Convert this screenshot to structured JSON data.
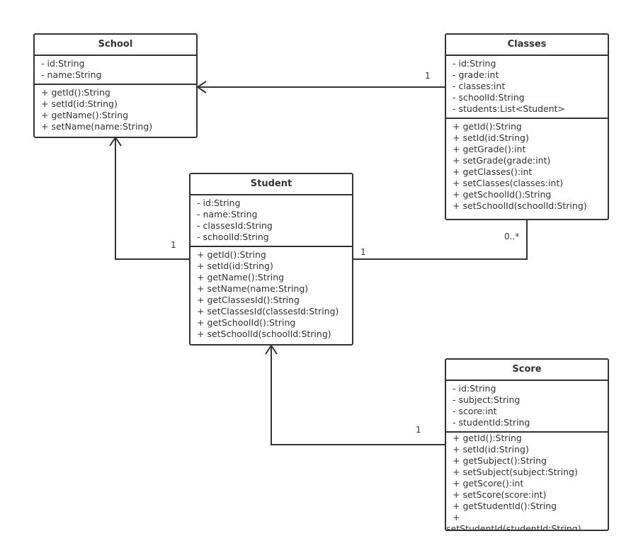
{
  "classes": {
    "school": {
      "name": "School",
      "attributes": [
        "- id:String",
        "- name:String"
      ],
      "operations": [
        "+ getId():String",
        "+ setId(id:String)",
        "+ getName():String",
        "+ setName(name:String)"
      ]
    },
    "classes": {
      "name": "Classes",
      "attributes": [
        "- id:String",
        "- grade:int",
        "- classes:int",
        "- schoolId:String",
        "- students:List<Student>"
      ],
      "operations": [
        "+ getId():String",
        "+ setId(id:String)",
        "+ getGrade():int",
        "+ setGrade(grade:int)",
        "+ getClasses():int",
        "+ setClasses(classes:int)",
        "+ getSchoolId():String",
        "+ setSchoolId(schoolId:String)"
      ]
    },
    "student": {
      "name": "Student",
      "attributes": [
        "- id:String",
        "- name:String",
        "- classesId:String",
        "- schoolId:String"
      ],
      "operations": [
        "+ getId():String",
        "+ setId(id:String)",
        "+ getName():String",
        "+ setName(name:String)",
        "+ getClassesId():String",
        "+ setClassesId(classesId:String)",
        "+ getSchoolId():String",
        "+ setSchoolId(schoolId:String)"
      ]
    },
    "score": {
      "name": "Score",
      "attributes": [
        "- id:String",
        "- subject:String",
        "- score:int",
        "- studentId:String"
      ],
      "operations": [
        "+ getId():String",
        "+ setId(id:String)",
        "+ getSubject():String",
        "+ setSubject(subject:String)",
        "+ getScore():int",
        "+ setScore(score:int)",
        "+ getStudentId():String",
        "+",
        "setStudentId(studentId:String)"
      ]
    }
  },
  "multiplicities": {
    "classes_school": "1",
    "student_school": "1",
    "student_classes_student_end": "1",
    "student_classes_classes_end": "0..*",
    "score_student": "1"
  }
}
